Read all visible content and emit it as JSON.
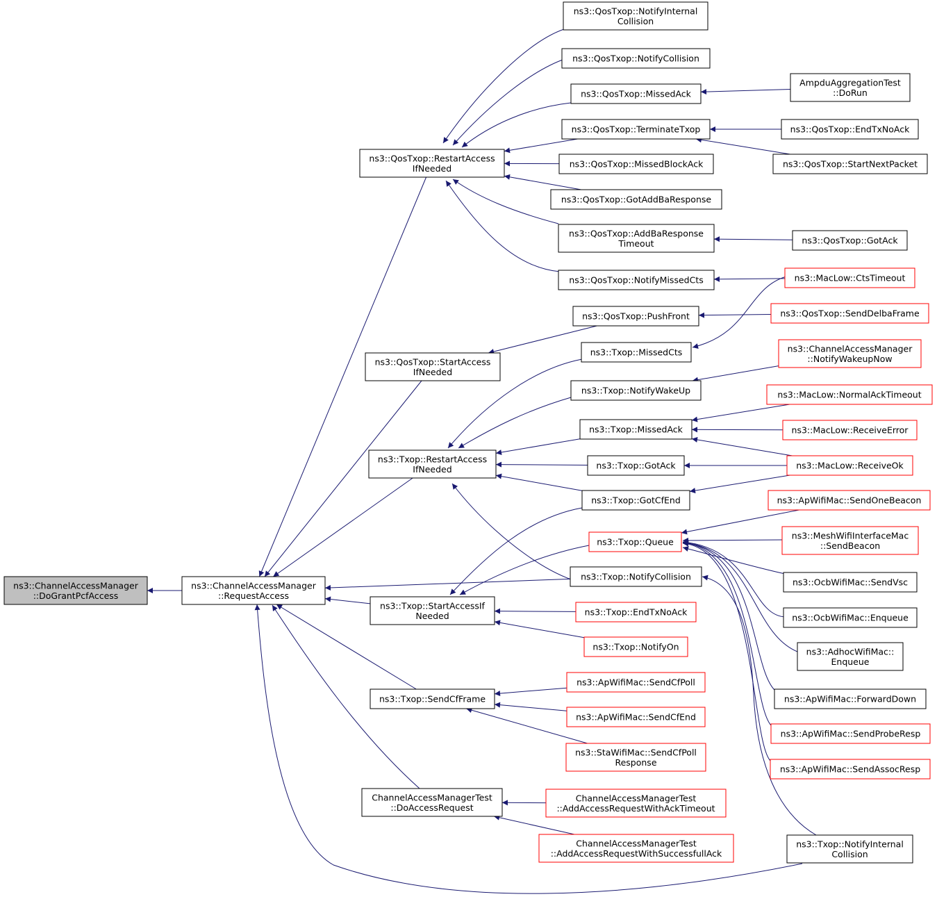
{
  "colors": {
    "edge": "#191970",
    "node_border": "#000000",
    "node_border_undocumented": "#ff0000",
    "focus_fill": "#bfbfbf",
    "background": "#ffffff"
  },
  "nodes": {
    "n0": {
      "lines": [
        "ns3::ChannelAccessManager",
        "::DoGrantPcfAccess"
      ],
      "style": "focus"
    },
    "n1": {
      "lines": [
        "ns3::ChannelAccessManager",
        "::RequestAccess"
      ],
      "style": "normal"
    },
    "n2": {
      "lines": [
        "ns3::QosTxop::RestartAccess",
        "IfNeeded"
      ],
      "style": "normal"
    },
    "n3": {
      "lines": [
        "ns3::QosTxop::StartAccess",
        "IfNeeded"
      ],
      "style": "normal"
    },
    "n4": {
      "lines": [
        "ns3::Txop::RestartAccess",
        "IfNeeded"
      ],
      "style": "normal"
    },
    "n5": {
      "lines": [
        "ns3::Txop::StartAccessIf",
        "Needed"
      ],
      "style": "normal"
    },
    "n6": {
      "lines": [
        "ns3::Txop::SendCfFrame"
      ],
      "style": "normal"
    },
    "n7": {
      "lines": [
        "ChannelAccessManagerTest",
        "::DoAccessRequest"
      ],
      "style": "normal"
    },
    "n8": {
      "lines": [
        "ns3::QosTxop::NotifyInternal",
        "Collision"
      ],
      "style": "normal"
    },
    "n9": {
      "lines": [
        "ns3::QosTxop::NotifyCollision"
      ],
      "style": "normal"
    },
    "n10": {
      "lines": [
        "ns3::QosTxop::MissedAck"
      ],
      "style": "normal"
    },
    "n11": {
      "lines": [
        "ns3::QosTxop::TerminateTxop"
      ],
      "style": "normal"
    },
    "n12": {
      "lines": [
        "ns3::QosTxop::MissedBlockAck"
      ],
      "style": "normal"
    },
    "n13": {
      "lines": [
        "ns3::QosTxop::GotAddBaResponse"
      ],
      "style": "normal"
    },
    "n14": {
      "lines": [
        "ns3::QosTxop::AddBaResponse",
        "Timeout"
      ],
      "style": "normal"
    },
    "n15": {
      "lines": [
        "ns3::QosTxop::NotifyMissedCts"
      ],
      "style": "normal"
    },
    "n16": {
      "lines": [
        "ns3::QosTxop::PushFront"
      ],
      "style": "normal"
    },
    "n17": {
      "lines": [
        "ns3::Txop::MissedCts"
      ],
      "style": "normal"
    },
    "n18": {
      "lines": [
        "ns3::Txop::NotifyWakeUp"
      ],
      "style": "normal"
    },
    "n19": {
      "lines": [
        "ns3::Txop::MissedAck"
      ],
      "style": "normal"
    },
    "n20": {
      "lines": [
        "ns3::Txop::GotAck"
      ],
      "style": "normal"
    },
    "n21": {
      "lines": [
        "ns3::Txop::GotCfEnd"
      ],
      "style": "normal"
    },
    "n22": {
      "lines": [
        "ns3::Txop::Queue"
      ],
      "style": "red"
    },
    "n23": {
      "lines": [
        "ns3::Txop::NotifyCollision"
      ],
      "style": "normal"
    },
    "n24": {
      "lines": [
        "ns3::Txop::EndTxNoAck"
      ],
      "style": "red"
    },
    "n25": {
      "lines": [
        "ns3::Txop::NotifyOn"
      ],
      "style": "red"
    },
    "n26": {
      "lines": [
        "ns3::ApWifiMac::SendCfPoll"
      ],
      "style": "red"
    },
    "n27": {
      "lines": [
        "ns3::ApWifiMac::SendCfEnd"
      ],
      "style": "red"
    },
    "n28": {
      "lines": [
        "ns3::StaWifiMac::SendCfPoll",
        "Response"
      ],
      "style": "red"
    },
    "n29": {
      "lines": [
        "ChannelAccessManagerTest",
        "::AddAccessRequestWithAckTimeout"
      ],
      "style": "red"
    },
    "n30": {
      "lines": [
        "ChannelAccessManagerTest",
        "::AddAccessRequestWithSuccessfullAck"
      ],
      "style": "red"
    },
    "n31": {
      "lines": [
        "AmpduAggregationTest",
        "::DoRun"
      ],
      "style": "normal"
    },
    "n32": {
      "lines": [
        "ns3::QosTxop::EndTxNoAck"
      ],
      "style": "normal"
    },
    "n33": {
      "lines": [
        "ns3::QosTxop::StartNextPacket"
      ],
      "style": "normal"
    },
    "n34": {
      "lines": [
        "ns3::QosTxop::GotAck"
      ],
      "style": "normal"
    },
    "n35": {
      "lines": [
        "ns3::MacLow::CtsTimeout"
      ],
      "style": "red"
    },
    "n36": {
      "lines": [
        "ns3::QosTxop::SendDelbaFrame"
      ],
      "style": "red"
    },
    "n37": {
      "lines": [
        "ns3::ChannelAccessManager",
        "::NotifyWakeupNow"
      ],
      "style": "red"
    },
    "n38": {
      "lines": [
        "ns3::MacLow::NormalAckTimeout"
      ],
      "style": "red"
    },
    "n39": {
      "lines": [
        "ns3::MacLow::ReceiveError"
      ],
      "style": "red"
    },
    "n40": {
      "lines": [
        "ns3::MacLow::ReceiveOk"
      ],
      "style": "red"
    },
    "n41": {
      "lines": [
        "ns3::ApWifiMac::SendOneBeacon"
      ],
      "style": "red"
    },
    "n42": {
      "lines": [
        "ns3::MeshWifiInterfaceMac",
        "::SendBeacon"
      ],
      "style": "red"
    },
    "n43": {
      "lines": [
        "ns3::OcbWifiMac::SendVsc"
      ],
      "style": "normal"
    },
    "n44": {
      "lines": [
        "ns3::OcbWifiMac::Enqueue"
      ],
      "style": "normal"
    },
    "n45": {
      "lines": [
        "ns3::AdhocWifiMac::",
        "Enqueue"
      ],
      "style": "normal"
    },
    "n46": {
      "lines": [
        "ns3::ApWifiMac::ForwardDown"
      ],
      "style": "normal"
    },
    "n47": {
      "lines": [
        "ns3::ApWifiMac::SendProbeResp"
      ],
      "style": "red"
    },
    "n48": {
      "lines": [
        "ns3::ApWifiMac::SendAssocResp"
      ],
      "style": "red"
    },
    "n49": {
      "lines": [
        "ns3::Txop::NotifyInternal",
        "Collision"
      ],
      "style": "normal"
    }
  },
  "edges": [
    [
      "n1",
      "n0"
    ],
    [
      "n2",
      "n1"
    ],
    [
      "n3",
      "n1"
    ],
    [
      "n4",
      "n1"
    ],
    [
      "n5",
      "n1"
    ],
    [
      "n6",
      "n1"
    ],
    [
      "n7",
      "n1"
    ],
    [
      "n23",
      "n1"
    ],
    [
      "n49",
      "n1"
    ],
    [
      "n8",
      "n2"
    ],
    [
      "n9",
      "n2"
    ],
    [
      "n10",
      "n2"
    ],
    [
      "n11",
      "n2"
    ],
    [
      "n12",
      "n2"
    ],
    [
      "n13",
      "n2"
    ],
    [
      "n14",
      "n2"
    ],
    [
      "n15",
      "n2"
    ],
    [
      "n16",
      "n3"
    ],
    [
      "n17",
      "n4"
    ],
    [
      "n18",
      "n4"
    ],
    [
      "n19",
      "n4"
    ],
    [
      "n20",
      "n4"
    ],
    [
      "n21",
      "n4"
    ],
    [
      "n23",
      "n4"
    ],
    [
      "n21",
      "n5"
    ],
    [
      "n22",
      "n5"
    ],
    [
      "n24",
      "n5"
    ],
    [
      "n25",
      "n5"
    ],
    [
      "n26",
      "n6"
    ],
    [
      "n27",
      "n6"
    ],
    [
      "n28",
      "n6"
    ],
    [
      "n29",
      "n7"
    ],
    [
      "n30",
      "n7"
    ],
    [
      "n31",
      "n10"
    ],
    [
      "n32",
      "n11"
    ],
    [
      "n33",
      "n11"
    ],
    [
      "n34",
      "n14"
    ],
    [
      "n35",
      "n15"
    ],
    [
      "n36",
      "n16"
    ],
    [
      "n35",
      "n17"
    ],
    [
      "n37",
      "n18"
    ],
    [
      "n38",
      "n19"
    ],
    [
      "n39",
      "n19"
    ],
    [
      "n40",
      "n19"
    ],
    [
      "n40",
      "n20"
    ],
    [
      "n40",
      "n21"
    ],
    [
      "n41",
      "n22"
    ],
    [
      "n42",
      "n22"
    ],
    [
      "n43",
      "n22"
    ],
    [
      "n44",
      "n22"
    ],
    [
      "n45",
      "n22"
    ],
    [
      "n46",
      "n22"
    ],
    [
      "n47",
      "n22"
    ],
    [
      "n48",
      "n22"
    ],
    [
      "n49",
      "n23"
    ]
  ]
}
